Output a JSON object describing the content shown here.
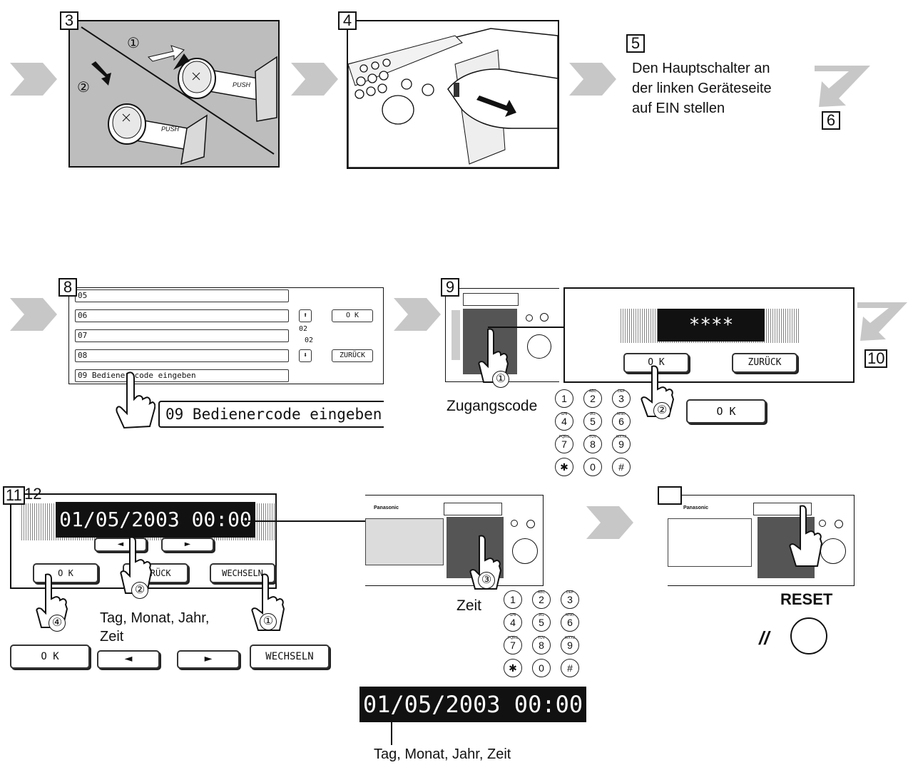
{
  "steps": {
    "s3": "3",
    "s4": "4",
    "s5": "5",
    "s6": "6",
    "s8": "8",
    "s9": "9",
    "s10": "10",
    "s11": "11",
    "s12": "12"
  },
  "step3": {
    "push_label_1": "PUSH",
    "push_label_2": "PUSH",
    "mark_1": "①",
    "mark_2": "②"
  },
  "step5_text": {
    "line1": "Den Hauptschalter an",
    "line2": "der linken Geräteseite",
    "line3": "auf EIN  stellen"
  },
  "step8": {
    "rows": [
      "05",
      "06",
      "07",
      "08",
      "09  Bediener code eingeben"
    ],
    "page_top": "02",
    "page_bottom": "02",
    "ok_label": "O K",
    "back_label": "ZURÜCK",
    "zoom_label": "09  Bedienercode eingeben"
  },
  "step9": {
    "lcd_value": "****",
    "ok_label": "O K",
    "back_label": "ZURÜCK",
    "ok_zoom_label": "O K",
    "access_label": "Zugangscode",
    "mark_1": "①",
    "mark_2": "②"
  },
  "step11": {
    "lcd_value": "01/05/2003  00:00",
    "ok_label": "O K",
    "back_label": "ZURÜCK",
    "change_label": "WECHSELN",
    "hint_line1": "Tag, Monat, Jahr,",
    "hint_line2": "Zeit",
    "mark_1": "①",
    "mark_2": "②",
    "mark_3": "③",
    "mark_4": "④",
    "ok_zoom": "O K",
    "change_zoom": "WECHSELN"
  },
  "mid": {
    "time_label": "Zeit",
    "lcd_big": "01/05/2003  00:00",
    "caption": "Tag, Monat, Jahr, Zeit",
    "brand": "Panasonic"
  },
  "reset": {
    "label": "RESET",
    "brand": "Panasonic"
  },
  "keypad": [
    {
      "k": "1",
      "s": ""
    },
    {
      "k": "2",
      "s": "ABC"
    },
    {
      "k": "3",
      "s": "DEF"
    },
    {
      "k": "4",
      "s": "GHI"
    },
    {
      "k": "5",
      "s": "JKL"
    },
    {
      "k": "6",
      "s": "MNO"
    },
    {
      "k": "7",
      "s": "PQRS"
    },
    {
      "k": "8",
      "s": "TUV"
    },
    {
      "k": "9",
      "s": "WXYZ"
    },
    {
      "k": "✱",
      "s": ""
    },
    {
      "k": "0",
      "s": ""
    },
    {
      "k": "#",
      "s": ""
    }
  ]
}
